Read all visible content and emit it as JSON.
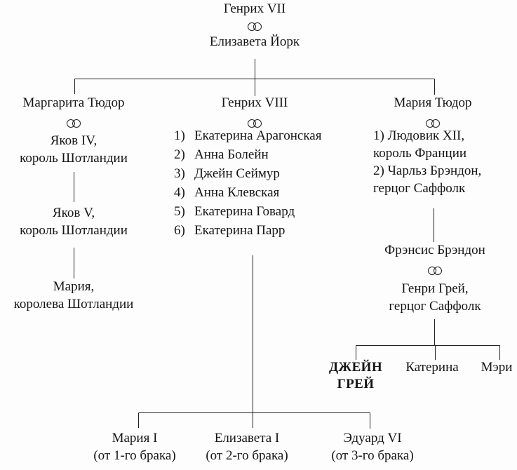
{
  "colors": {
    "background": "#fcfdfc",
    "text": "#151515",
    "line": "#222222"
  },
  "icons": {
    "marriage": "interlocking-rings"
  },
  "tree": {
    "root": {
      "father": "Генрих VII",
      "mother": "Елизавета Йорк"
    },
    "margaret_branch": {
      "child": "Маргарита Тюдор",
      "spouse": {
        "line1": "Яков IV,",
        "line2": "король Шотландии"
      },
      "grandson": {
        "line1": "Яков V,",
        "line2": "король Шотландии"
      },
      "great_granddaughter": {
        "line1": "Мария,",
        "line2": "королева Шотландии"
      }
    },
    "henry_branch": {
      "child": "Генрих VIII",
      "wives": [
        {
          "num": "1)",
          "name": "Екатерина Арагонская"
        },
        {
          "num": "2)",
          "name": "Анна Болейн"
        },
        {
          "num": "3)",
          "name": "Джейн Сеймур"
        },
        {
          "num": "4)",
          "name": "Анна Клевская"
        },
        {
          "num": "5)",
          "name": "Екатерина Говард"
        },
        {
          "num": "6)",
          "name": "Екатерина Парр"
        }
      ],
      "children": [
        {
          "name": "Мария I",
          "note": "(от 1-го брака)"
        },
        {
          "name": "Елизавета I",
          "note": "(от 2-го брака)"
        },
        {
          "name": "Эдуард VI",
          "note": "(от 3-го брака)"
        }
      ]
    },
    "mary_branch": {
      "child": "Мария Тюдор",
      "spouses": {
        "line1": "1) Людовик XII,",
        "line2": "король Франции",
        "line3": "2) Чарльз Брэндон,",
        "line4": "герцог Саффолк"
      },
      "daughter": "Фрэнсис Брэндон",
      "daughter_spouse": {
        "line1": "Генри Грей,",
        "line2": "герцог Саффолк"
      },
      "grandchildren": [
        {
          "line1": "ДЖЕЙН",
          "line2": "ГРЕЙ"
        },
        {
          "line1": "Катерина"
        },
        {
          "line1": "Мэри"
        }
      ]
    }
  }
}
